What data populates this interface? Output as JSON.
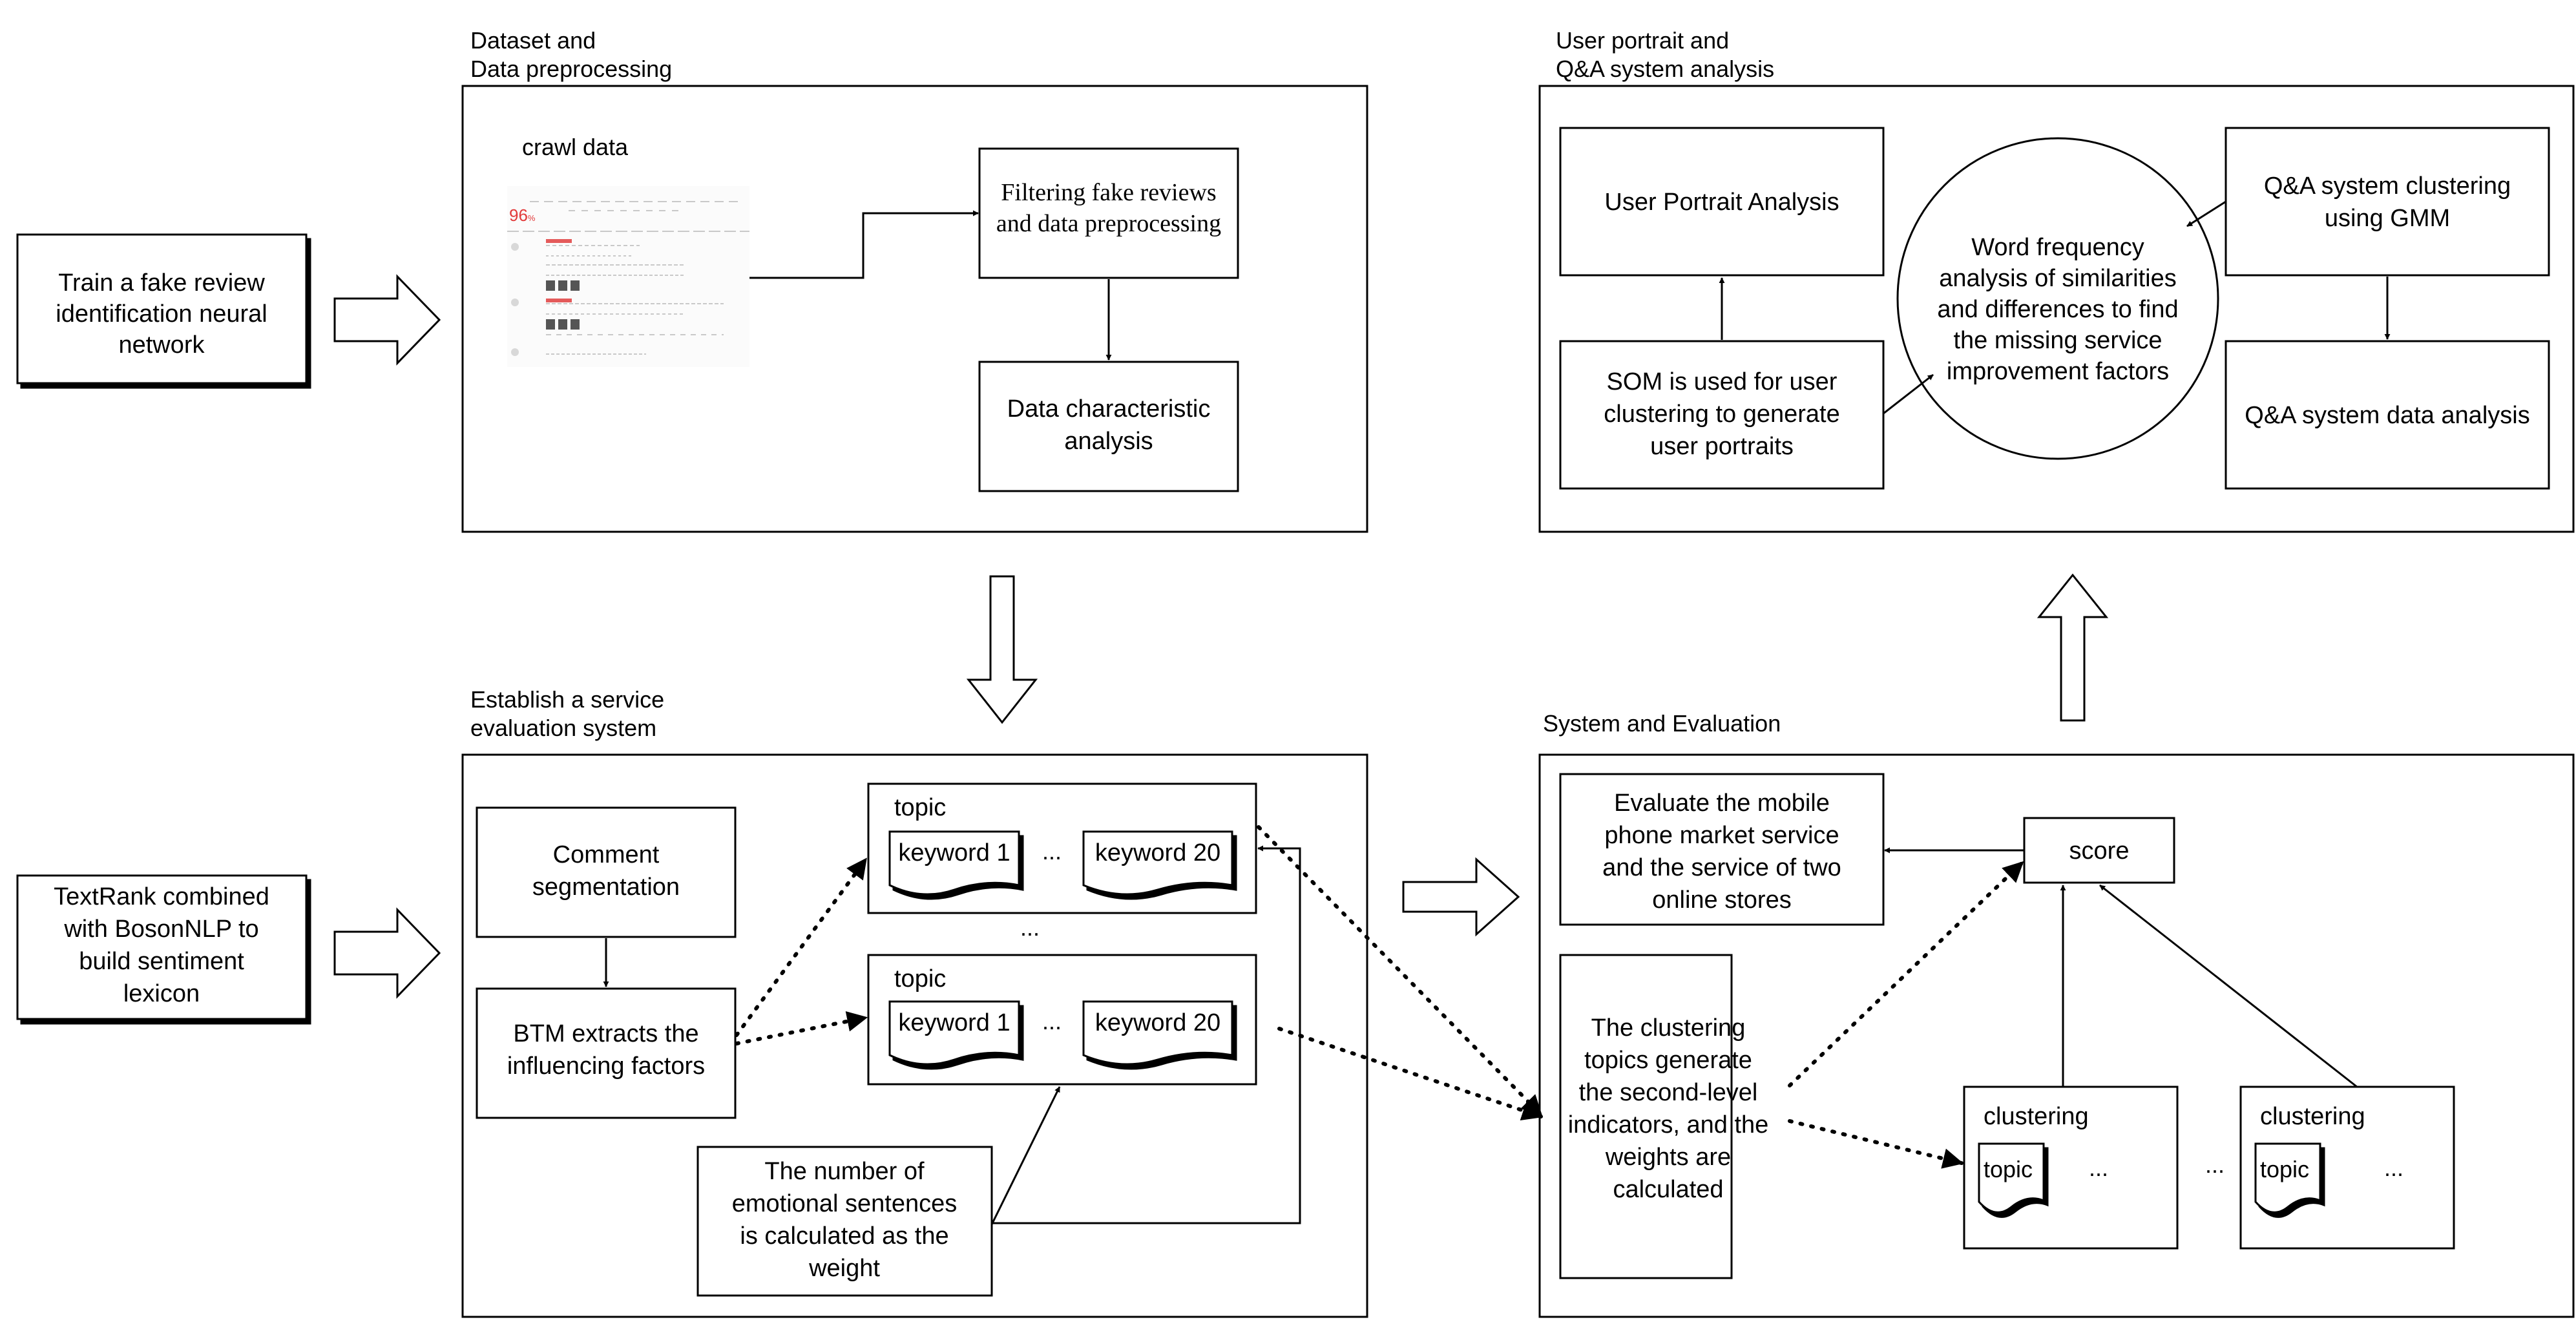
{
  "sections": {
    "dataset": "Dataset and\nData preprocessing",
    "portrait": "User portrait and\nQ&A system analysis",
    "establish": "Establish a service\nevaluation system",
    "system": "System and Evaluation"
  },
  "inputs": {
    "fake_review": "Train a fake review\nidentification neural\nnetwork",
    "textrank": "TextRank combined\nwith BosonNLP to\nbuild sentiment\nlexicon"
  },
  "dataset_panel": {
    "crawl": "crawl data",
    "filtering": "Filtering fake reviews\nand data preprocessing",
    "characteristic": "Data characteristic\nanalysis",
    "screenshot_rating": "96",
    "screenshot_rating_unit": "%"
  },
  "portrait_panel": {
    "user_portrait": "User Portrait Analysis",
    "som": "SOM is used for user\nclustering to generate\nuser portraits",
    "word_freq": "Word frequency\nanalysis of similarities\nand differences to find\nthe missing service\nimprovement factors",
    "qa_cluster": "Q&A system clustering\nusing GMM",
    "qa_analysis": "Q&A system data analysis"
  },
  "establish_panel": {
    "comment": "Comment\nsegmentation",
    "btm": "BTM extracts the\ninfluencing factors",
    "topic": "topic",
    "keyword1": "keyword 1",
    "keyword20": "keyword 20",
    "ellipsis": "...",
    "weight": "The number of\nemotional sentences\nis calculated as the\nweight"
  },
  "system_panel": {
    "evaluate": "Evaluate the mobile\nphone market service\nand the service of two\nonline stores",
    "clustering_topics": "The clustering\ntopics generate\nthe second-level\nindicators, and the\nweights are\ncalculated",
    "score": "score",
    "clustering": "clustering",
    "topic": "topic",
    "ellipsis": "..."
  }
}
